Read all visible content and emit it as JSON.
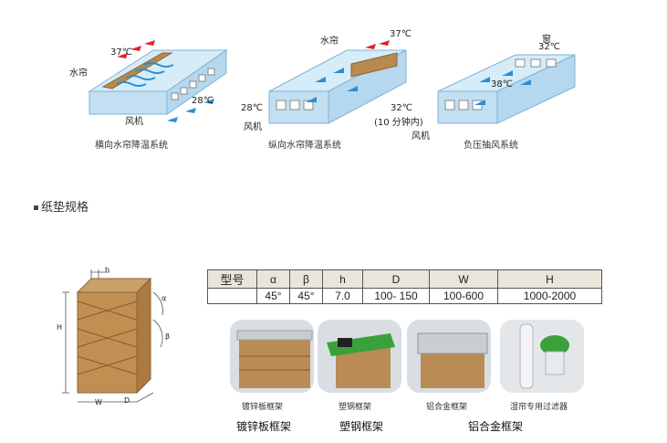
{
  "systems": [
    {
      "caption": "横向水帘降温系统",
      "labels": {
        "temp_hot": "37℃",
        "curtain": "水帘",
        "temp_cool": "28℃",
        "fan": "风机"
      }
    },
    {
      "caption": "纵向水帘降温系统",
      "labels": {
        "curtain": "水帘",
        "temp_hot": "37℃",
        "temp_cool": "28℃",
        "fan": "风机"
      }
    },
    {
      "caption": "负压抽风系统",
      "labels": {
        "window": "窗",
        "temp_window": "32℃",
        "temp_inside": "38℃",
        "temp_out": "32℃",
        "duration": "(10 分钟内)",
        "fan": "风机"
      }
    }
  ],
  "section": {
    "title": "纸垫规格"
  },
  "pad_diagram": {
    "h": "h",
    "alpha": "α",
    "beta": "β",
    "H": "H",
    "W": "W",
    "D": "D"
  },
  "spec_table": {
    "headers": [
      "型号",
      "α",
      "β",
      "h",
      "D",
      "W",
      "H"
    ],
    "row": [
      "",
      "45°",
      "45°",
      "7.0",
      "100- 150",
      "100-600",
      "1000-2000"
    ]
  },
  "photos": [
    {
      "caption": "镀锌板框架"
    },
    {
      "caption": "塑钢框架"
    },
    {
      "caption": "铝合金框架"
    },
    {
      "caption": "湿帘专用过滤器"
    }
  ],
  "big_captions": [
    "镀锌板框架",
    "塑钢框架",
    "铝合金框架"
  ],
  "colors": {
    "house": "#cfe6f3",
    "house_edge": "#7fb3d3",
    "pad": "#b88a4e",
    "arrow_hot": "#e0242a",
    "arrow_cool": "#2a8fd6",
    "frame_green": "#3aa13a"
  }
}
